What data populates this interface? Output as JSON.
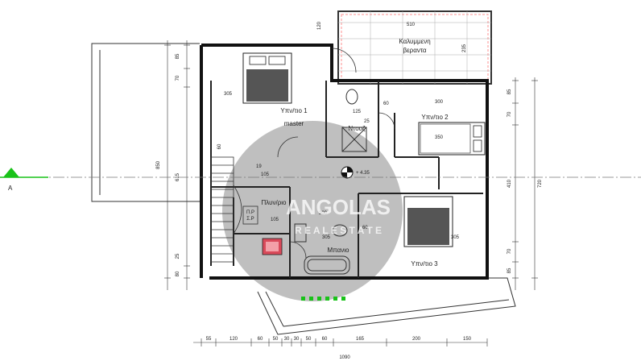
{
  "section_marker": {
    "label": "A",
    "color": "#19c219"
  },
  "rooms": {
    "covered_veranda": [
      "Καλυμμενη",
      "βεραντα"
    ],
    "bedroom1": [
      "Υπν/τιο 1",
      "master"
    ],
    "bedroom2": "Υπν/τιο 2",
    "bedroom3": "Υπν/τιο 3",
    "shower": "Ντουζ",
    "bathroom": "Μπανιο",
    "laundry": "Πλυν/ριο",
    "closet": [
      "Π.Ρ",
      "Σ.Ρ"
    ]
  },
  "level": "+ 4.35",
  "watermark": {
    "line1": "ANGOLAS",
    "line2": "R E A L   E S T A T E"
  },
  "dims_top": {
    "veranda_width": "510",
    "veranda_depth": "235",
    "vert": "120"
  },
  "dims_left": [
    "85",
    "70",
    "850",
    "615",
    "60",
    "80",
    "25"
  ],
  "dims_right": [
    "85",
    "70",
    "410",
    "720",
    "70",
    "85"
  ],
  "dims_inner": [
    "305",
    "125",
    "25",
    "60",
    "300",
    "350",
    "105",
    "19",
    "200",
    "305",
    "60",
    "305",
    "105",
    "235"
  ],
  "dims_bottom": [
    "55",
    "120",
    "60",
    "50",
    "30",
    "30",
    "50",
    "60",
    "165",
    "200",
    "150"
  ],
  "dims_bottom_total": "1090"
}
